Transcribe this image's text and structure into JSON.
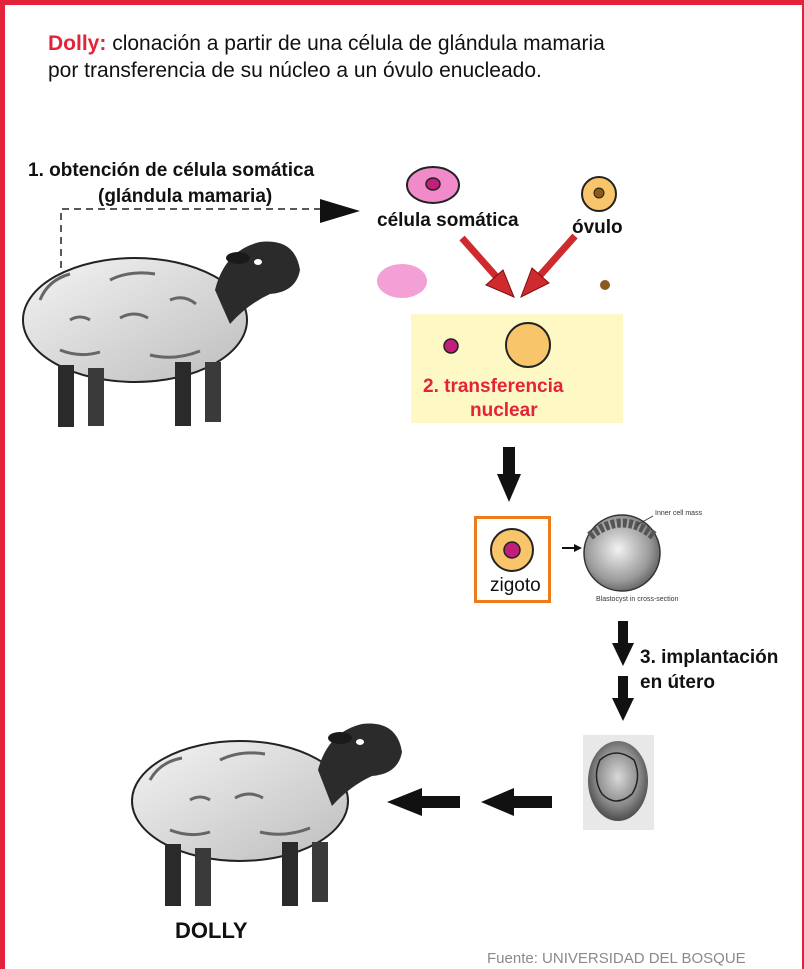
{
  "title": {
    "keyword": "Dolly:",
    "line1_rest": "clonación a partir de una célula de glándula mamaria",
    "line2": "por transferencia de su núcleo a un óvulo enucleado."
  },
  "steps": {
    "step1_line1": "1. obtención de célula somática",
    "step1_line2": "(glándula mamaria)",
    "step2_line1": "2. transferencia",
    "step2_line2": "nuclear",
    "step3_line1": "3. implantación",
    "step3_line2": "en útero"
  },
  "labels": {
    "somatic_cell": "célula somática",
    "ovum": "óvulo",
    "zygote": "zigoto",
    "dolly": "DOLLY",
    "blastocyst_inner": "Inner cell mass",
    "blastocyst_caption": "Blastocyst in cross-section"
  },
  "source": "Fuente: UNIVERSIDAD DEL BOSQUE",
  "colors": {
    "accent_red": "#e2233a",
    "cell_pink": "#f08ac8",
    "nucleus_magenta": "#c0207a",
    "ovum_orange": "#f9c56a",
    "highlight_yellow": "#fdf8c4",
    "zygote_border": "#f07a1a"
  }
}
